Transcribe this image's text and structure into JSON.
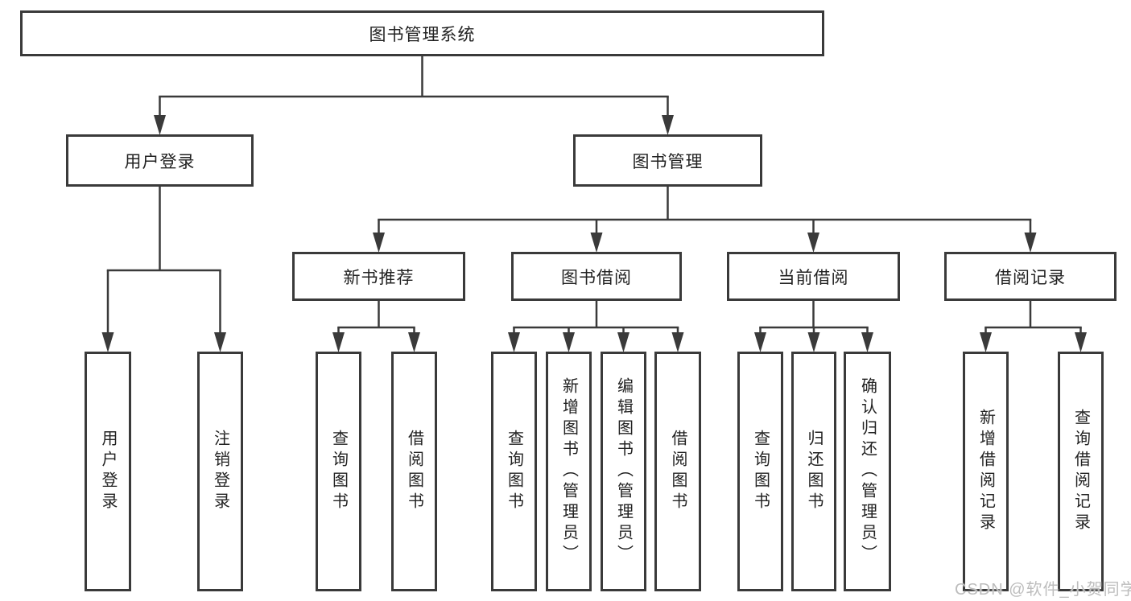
{
  "title": "图书管理系统",
  "watermark": "CSDN @软件_小贺同学",
  "colors": {
    "line": "#3a3a3a",
    "box_border": "#3a3a3a",
    "box_bg": "#ffffff",
    "text": "#222222",
    "watermark": "#bdbdbd"
  },
  "level2": [
    {
      "label": "用户登录",
      "children": [
        "用户登录",
        "注销登录"
      ]
    },
    {
      "label": "图书管理"
    }
  ],
  "level3": [
    {
      "label": "新书推荐",
      "children": [
        "查询图书",
        "借阅图书"
      ]
    },
    {
      "label": "图书借阅",
      "children": [
        "查询图书",
        "新增图书（管理员）",
        "编辑图书（管理员）",
        "借阅图书"
      ]
    },
    {
      "label": "当前借阅",
      "children": [
        "查询图书",
        "归还图书",
        "确认归还（管理员）"
      ]
    },
    {
      "label": "借阅记录",
      "children": [
        "新增借阅记录",
        "查询借阅记录"
      ]
    }
  ]
}
